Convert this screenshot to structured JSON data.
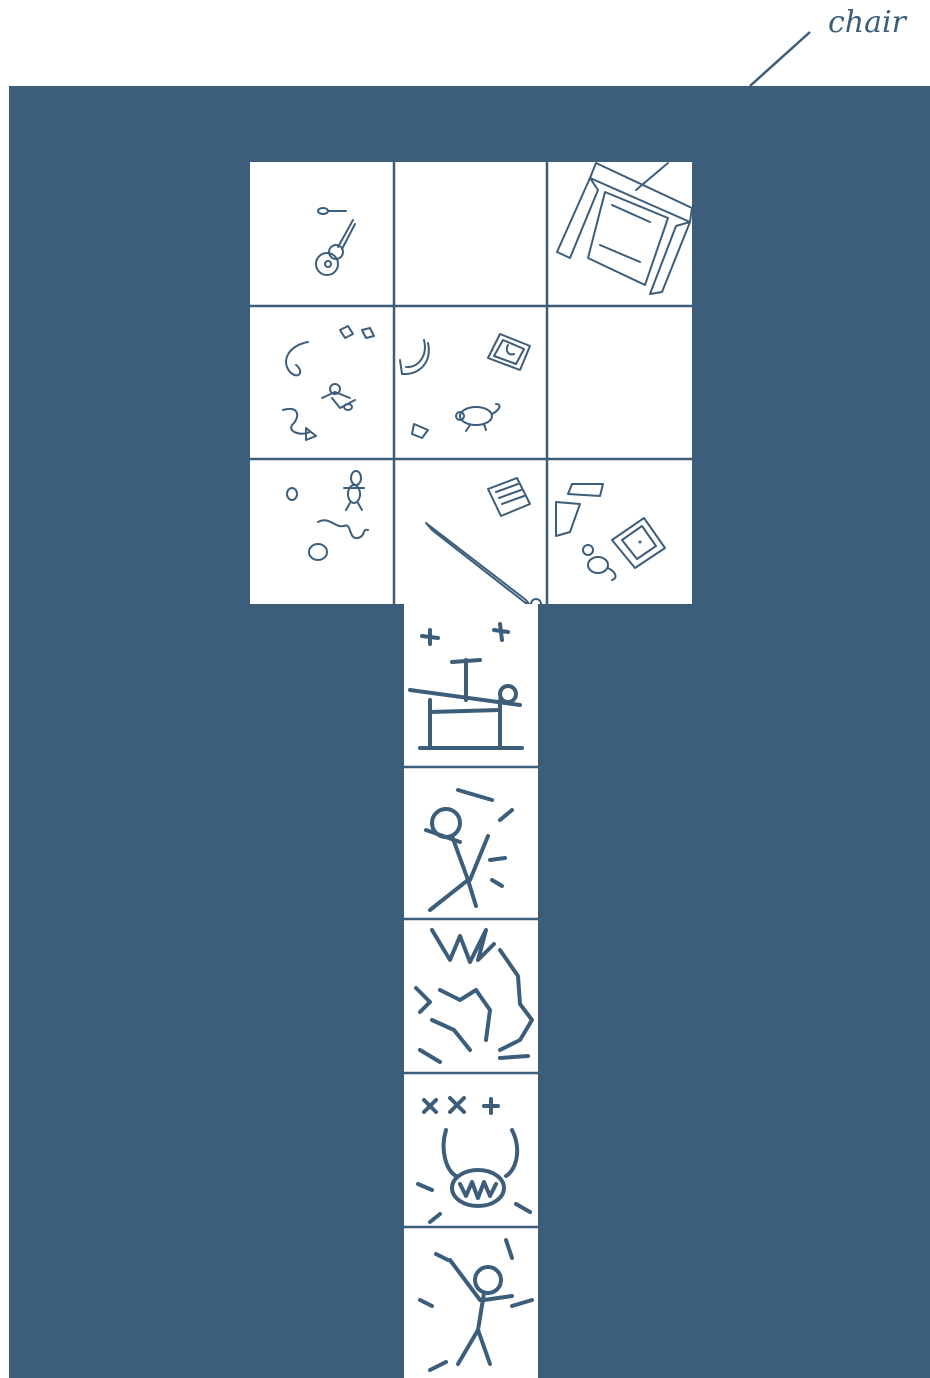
{
  "map": {
    "callout_label": "chair",
    "colors": {
      "wall": "#3d5e7a",
      "floor": "#ffffff",
      "ink": "#3d5e7a"
    },
    "room_tiles": [
      {
        "id": "r0c0",
        "contents": [
          "key-icon",
          "guitar-icon"
        ]
      },
      {
        "id": "r0c1",
        "contents": []
      },
      {
        "id": "r0c2",
        "contents": [
          "chair-icon"
        ]
      },
      {
        "id": "r1c0",
        "contents": [
          "rope-icon",
          "bone-pile-icon",
          "debris-icon"
        ]
      },
      {
        "id": "r1c1",
        "contents": [
          "horn-icon",
          "tablet-icon",
          "mouse-icon",
          "shard-icon"
        ]
      },
      {
        "id": "r1c2",
        "contents": []
      },
      {
        "id": "r2c0",
        "contents": [
          "pebble-icon",
          "doll-icon",
          "worm-icon",
          "stone-icon"
        ]
      },
      {
        "id": "r2c1",
        "contents": [
          "note-icon",
          "lever-rod-icon"
        ]
      },
      {
        "id": "r2c2",
        "contents": [
          "cup-icon",
          "tile-icon",
          "mouse-icon"
        ]
      }
    ],
    "story_panels": [
      {
        "id": "panel-1",
        "scene": "sword-in-altar-icon"
      },
      {
        "id": "panel-2",
        "scene": "struck-figure-icon"
      },
      {
        "id": "panel-3",
        "scene": "explosion-icon"
      },
      {
        "id": "panel-4",
        "scene": "monster-face-icon"
      },
      {
        "id": "panel-5",
        "scene": "cheering-figure-icon"
      }
    ]
  }
}
